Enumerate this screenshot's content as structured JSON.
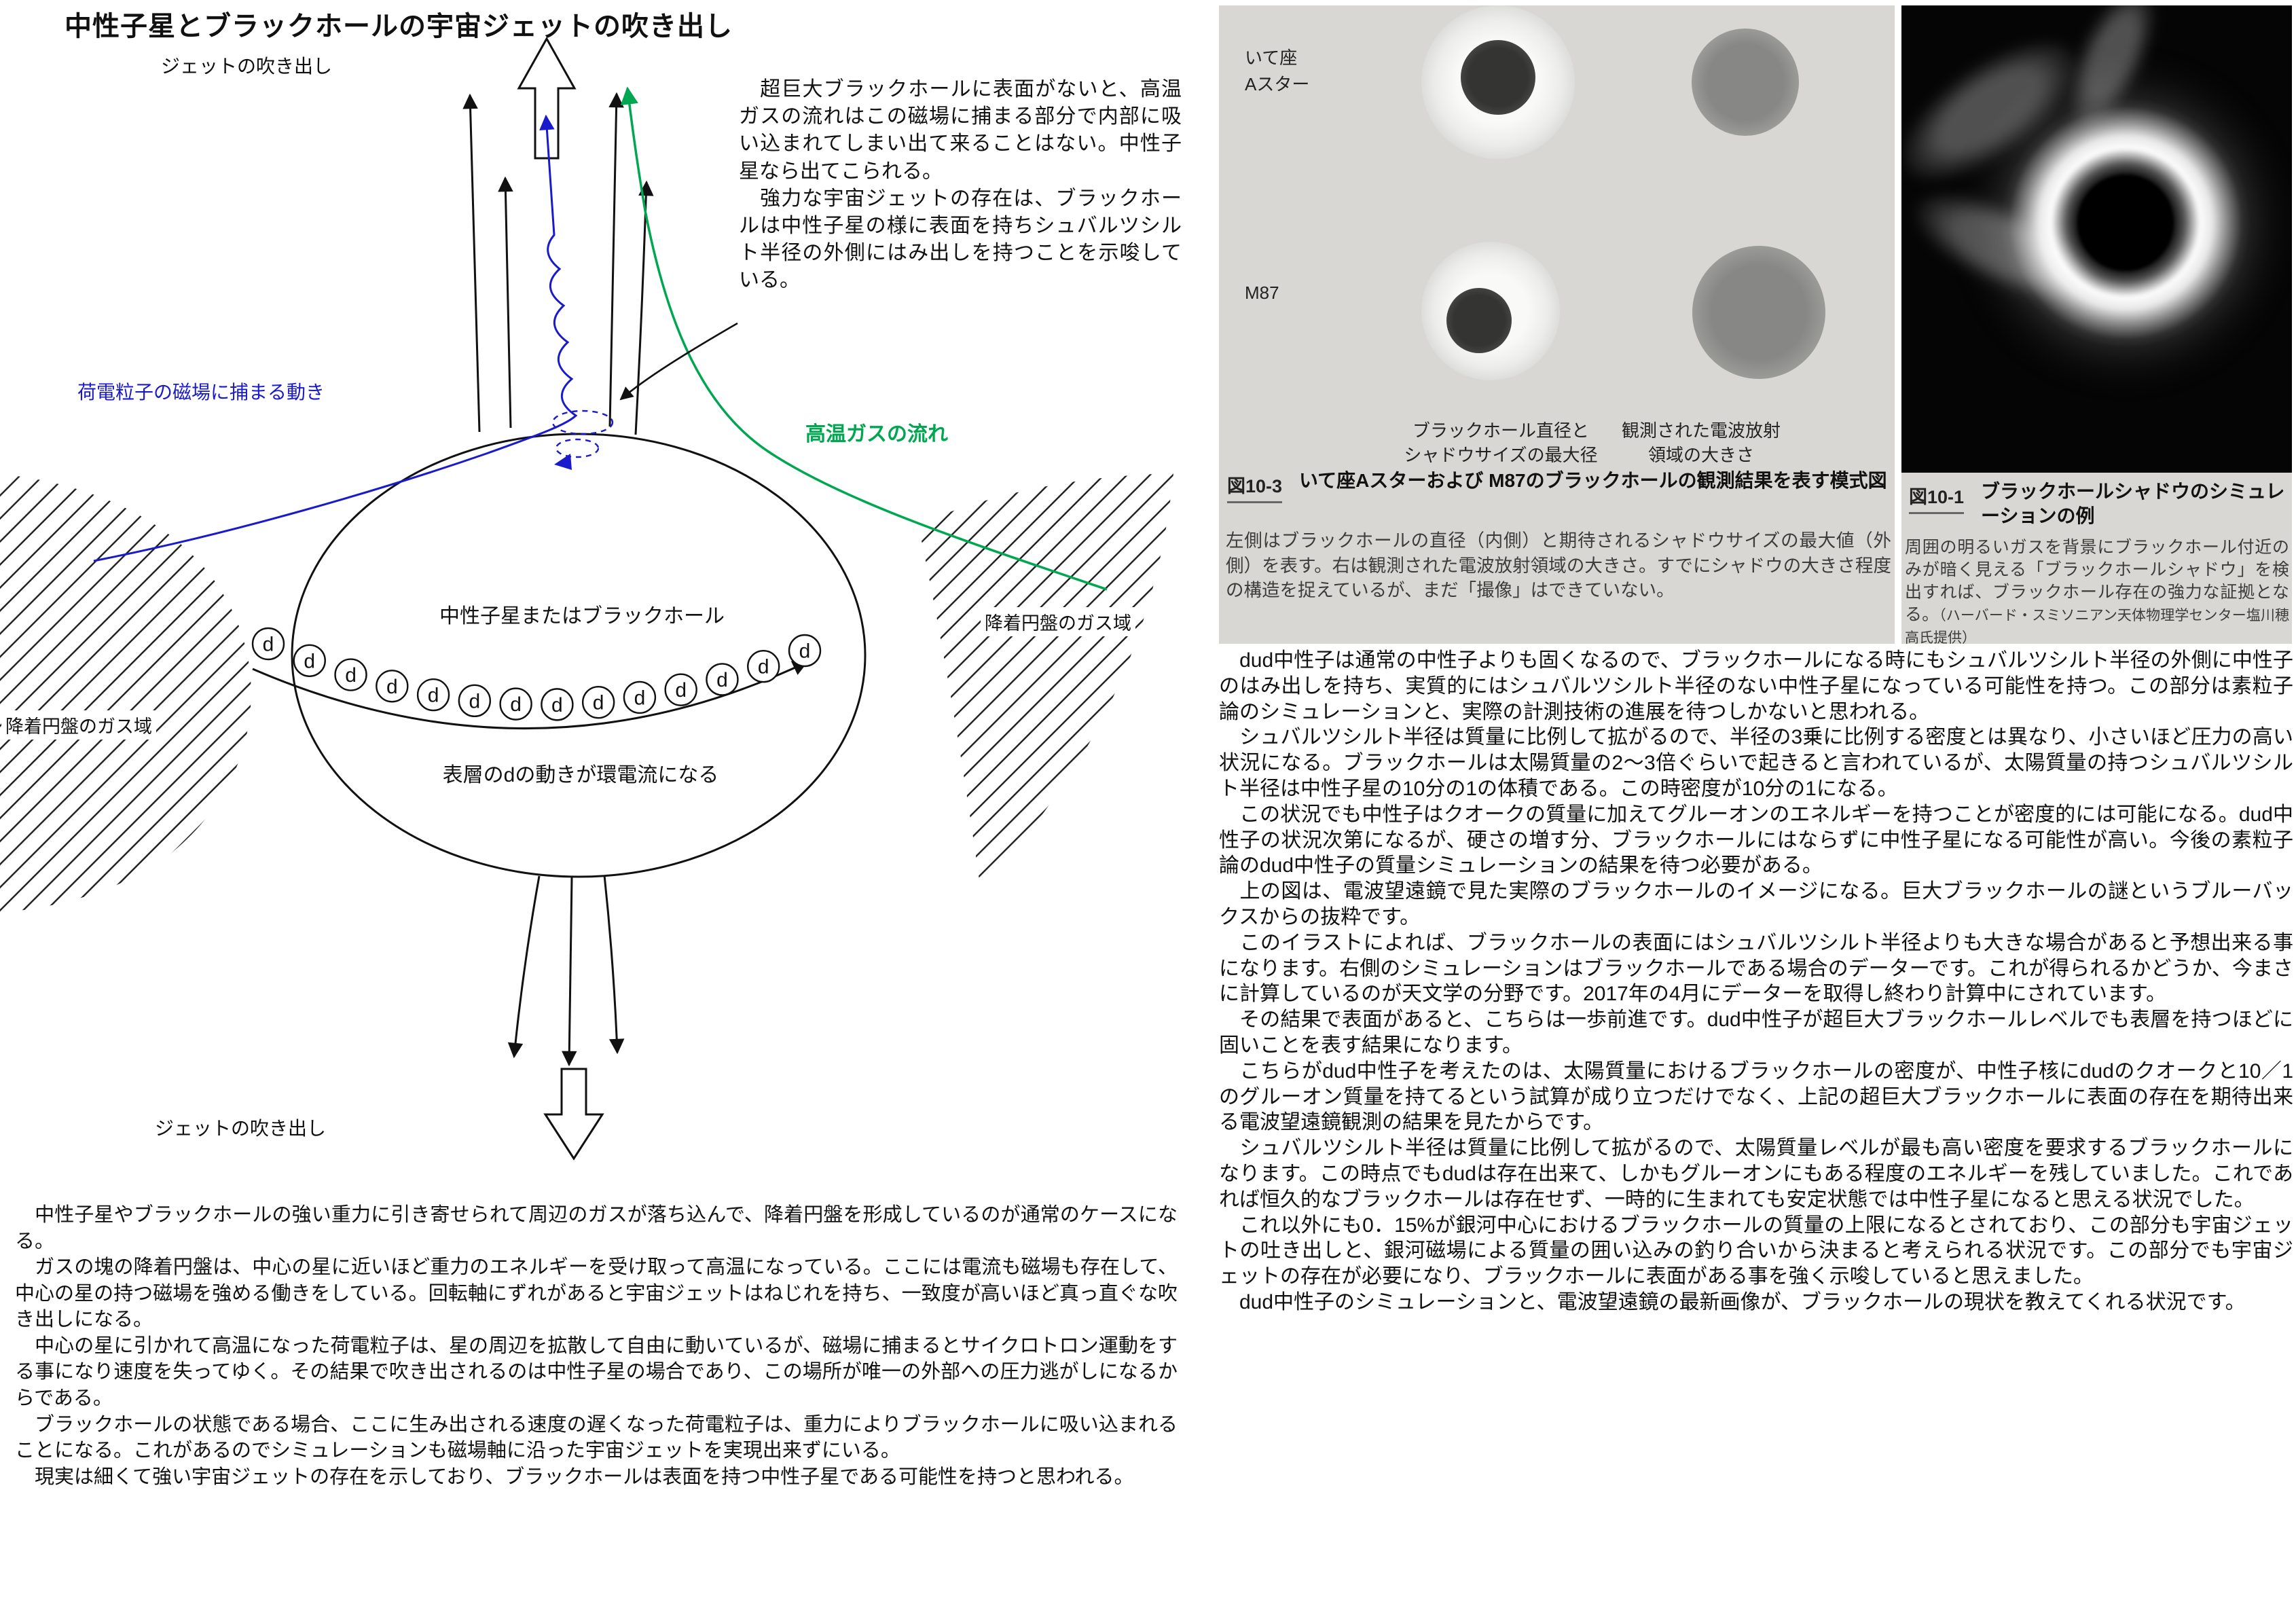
{
  "title": "中性子星とブラックホールの宇宙ジェットの吹き出し",
  "diagram": {
    "jet_top_label": "ジェットの吹き出し",
    "jet_bottom_label": "ジェットの吹き出し",
    "blue_label": "荷電粒子の磁場に捕まる動き",
    "green_label": "高温ガスの流れ",
    "center_label": "中性子星またはブラックホール",
    "ring_current_label": "表層のdの動きが環電流になる",
    "gas_left_label": "降着円盤のガス域",
    "gas_right_label": "降着円盤のガス域",
    "d_letter": "d",
    "d_count": 14,
    "annotation_p1": "　超巨大ブラックホールに表面がないと、高温ガスの流れはこの磁場に捕まる部分で内部に吸い込まれてしまい出て来ることはない。中性子星なら出てこられる。",
    "annotation_p2": "　強力な宇宙ジェットの存在は、ブラックホールは中性子星の様に表面を持ちシュバルツシルト半径の外側にはみ出しを持つことを示唆している。",
    "colors": {
      "blue": "#1a1acd",
      "green": "#00a650"
    }
  },
  "left_body": {
    "paragraphs": [
      "　中性子星やブラックホールの強い重力に引き寄せられて周辺のガスが落ち込んで、降着円盤を形成しているのが通常のケースになる。",
      "　ガスの塊の降着円盤は、中心の星に近いほど重力のエネルギーを受け取って高温になっている。ここには電流も磁場も存在して、中心の星の持つ磁場を強める働きをしている。回転軸にずれがあると宇宙ジェットはねじれを持ち、一致度が高いほど真っ直ぐな吹き出しになる。",
      "　中心の星に引かれて高温になった荷電粒子は、星の周辺を拡散して自由に動いているが、磁場に捕まるとサイクロトロン運動をする事になり速度を失ってゆく。その結果で吹き出されるのは中性子星の場合であり、この場所が唯一の外部への圧力逃がしになるからである。",
      "　ブラックホールの状態である場合、ここに生み出される速度の遅くなった荷電粒子は、重力によりブラックホールに吸い込まれることになる。これがあるのでシミュレーションも磁場軸に沿った宇宙ジェットを実現出来ずにいる。",
      "　現実は細くて強い宇宙ジェットの存在を示しており、ブラックホールは表面を持つ中性子星である可能性を持つと思われる。"
    ]
  },
  "figure": {
    "sgr_a_label": "いて座\nAスター",
    "m87_label": "M87",
    "col1_label": "ブラックホール直径と\nシャドウサイズの最大径",
    "col2_label": "観測された電波放射\n領域の大きさ",
    "fig3_tag": "図10-3",
    "fig3_title": "いて座Aスターおよび M87のブラックホールの観測結果を表す模式図",
    "fig3_caption": "左側はブラックホールの直径（内側）と期待されるシャドウサイズの最大値（外側）を表す。右は観測された電波放射領域の大きさ。すでにシャドウの大きさ程度の構造を捉えているが、まだ「撮像」はできていない。",
    "fig1_tag": "図10-1",
    "fig1_title": "ブラックホールシャドウのシミュレーションの例",
    "fig1_caption": "周囲の明るいガスを背景にブラックホール付近のみが暗く見える「ブラックホールシャドウ」を検出すれば、ブラックホール存在の強力な証拠となる。",
    "fig1_credit": "（ハーバード・スミソニアン天体物理学センター塩川穂高氏提供）"
  },
  "right_body": {
    "paragraphs": [
      "　dud中性子は通常の中性子よりも固くなるので、ブラックホールになる時にもシュバルツシルト半径の外側に中性子のはみ出しを持ち、実質的にはシュバルツシルト半径のない中性子星になっている可能性を持つ。この部分は素粒子論のシミュレーションと、実際の計測技術の進展を待つしかないと思われる。",
      "　シュバルツシルト半径は質量に比例して拡がるので、半径の3乗に比例する密度とは異なり、小さいほど圧力の高い状況になる。ブラックホールは太陽質量の2〜3倍ぐらいで起きると言われているが、太陽質量の持つシュバルツシルト半径は中性子星の10分の1の体積である。この時密度が10分の1になる。",
      "　この状況でも中性子はクオークの質量に加えてグルーオンのエネルギーを持つことが密度的には可能になる。dud中性子の状況次第になるが、硬さの増す分、ブラックホールにはならずに中性子星になる可能性が高い。今後の素粒子論のdud中性子の質量シミュレーションの結果を待つ必要がある。",
      "　上の図は、電波望遠鏡で見た実際のブラックホールのイメージになる。巨大ブラックホールの謎というブルーバックスからの抜粋です。",
      "　このイラストによれば、ブラックホールの表面にはシュバルツシルト半径よりも大きな場合があると予想出来る事になります。右側のシミュレーションはブラックホールである場合のデーターです。これが得られるかどうか、今まさに計算しているのが天文学の分野です。2017年の4月にデーターを取得し終わり計算中にされています。",
      "　その結果で表面があると、こちらは一歩前進です。dud中性子が超巨大ブラックホールレベルでも表層を持つほどに固いことを表す結果になります。",
      "　こちらがdud中性子を考えたのは、太陽質量におけるブラックホールの密度が、中性子核にdudのクオークと10／1のグルーオン質量を持てるという試算が成り立つだけでなく、上記の超巨大ブラックホールに表面の存在を期待出来る電波望遠鏡観測の結果を見たからです。",
      "　シュバルツシルト半径は質量に比例して拡がるので、太陽質量レベルが最も高い密度を要求するブラックホールになります。この時点でもdudは存在出来て、しかもグルーオンにもある程度のエネルギーを残していました。これであれば恒久的なブラックホールは存在せず、一時的に生まれても安定状態では中性子星になると思える状況でした。",
      "　これ以外にも0．15%が銀河中心におけるブラックホールの質量の上限になるとされており、この部分も宇宙ジェットの吐き出しと、銀河磁場による質量の囲い込みの釣り合いから決まると考えられる状況です。この部分でも宇宙ジェットの存在が必要になり、ブラックホールに表面がある事を強く示唆していると思えました。",
      "　dud中性子のシミュレーションと、電波望遠鏡の最新画像が、ブラックホールの現状を教えてくれる状況です。"
    ]
  }
}
